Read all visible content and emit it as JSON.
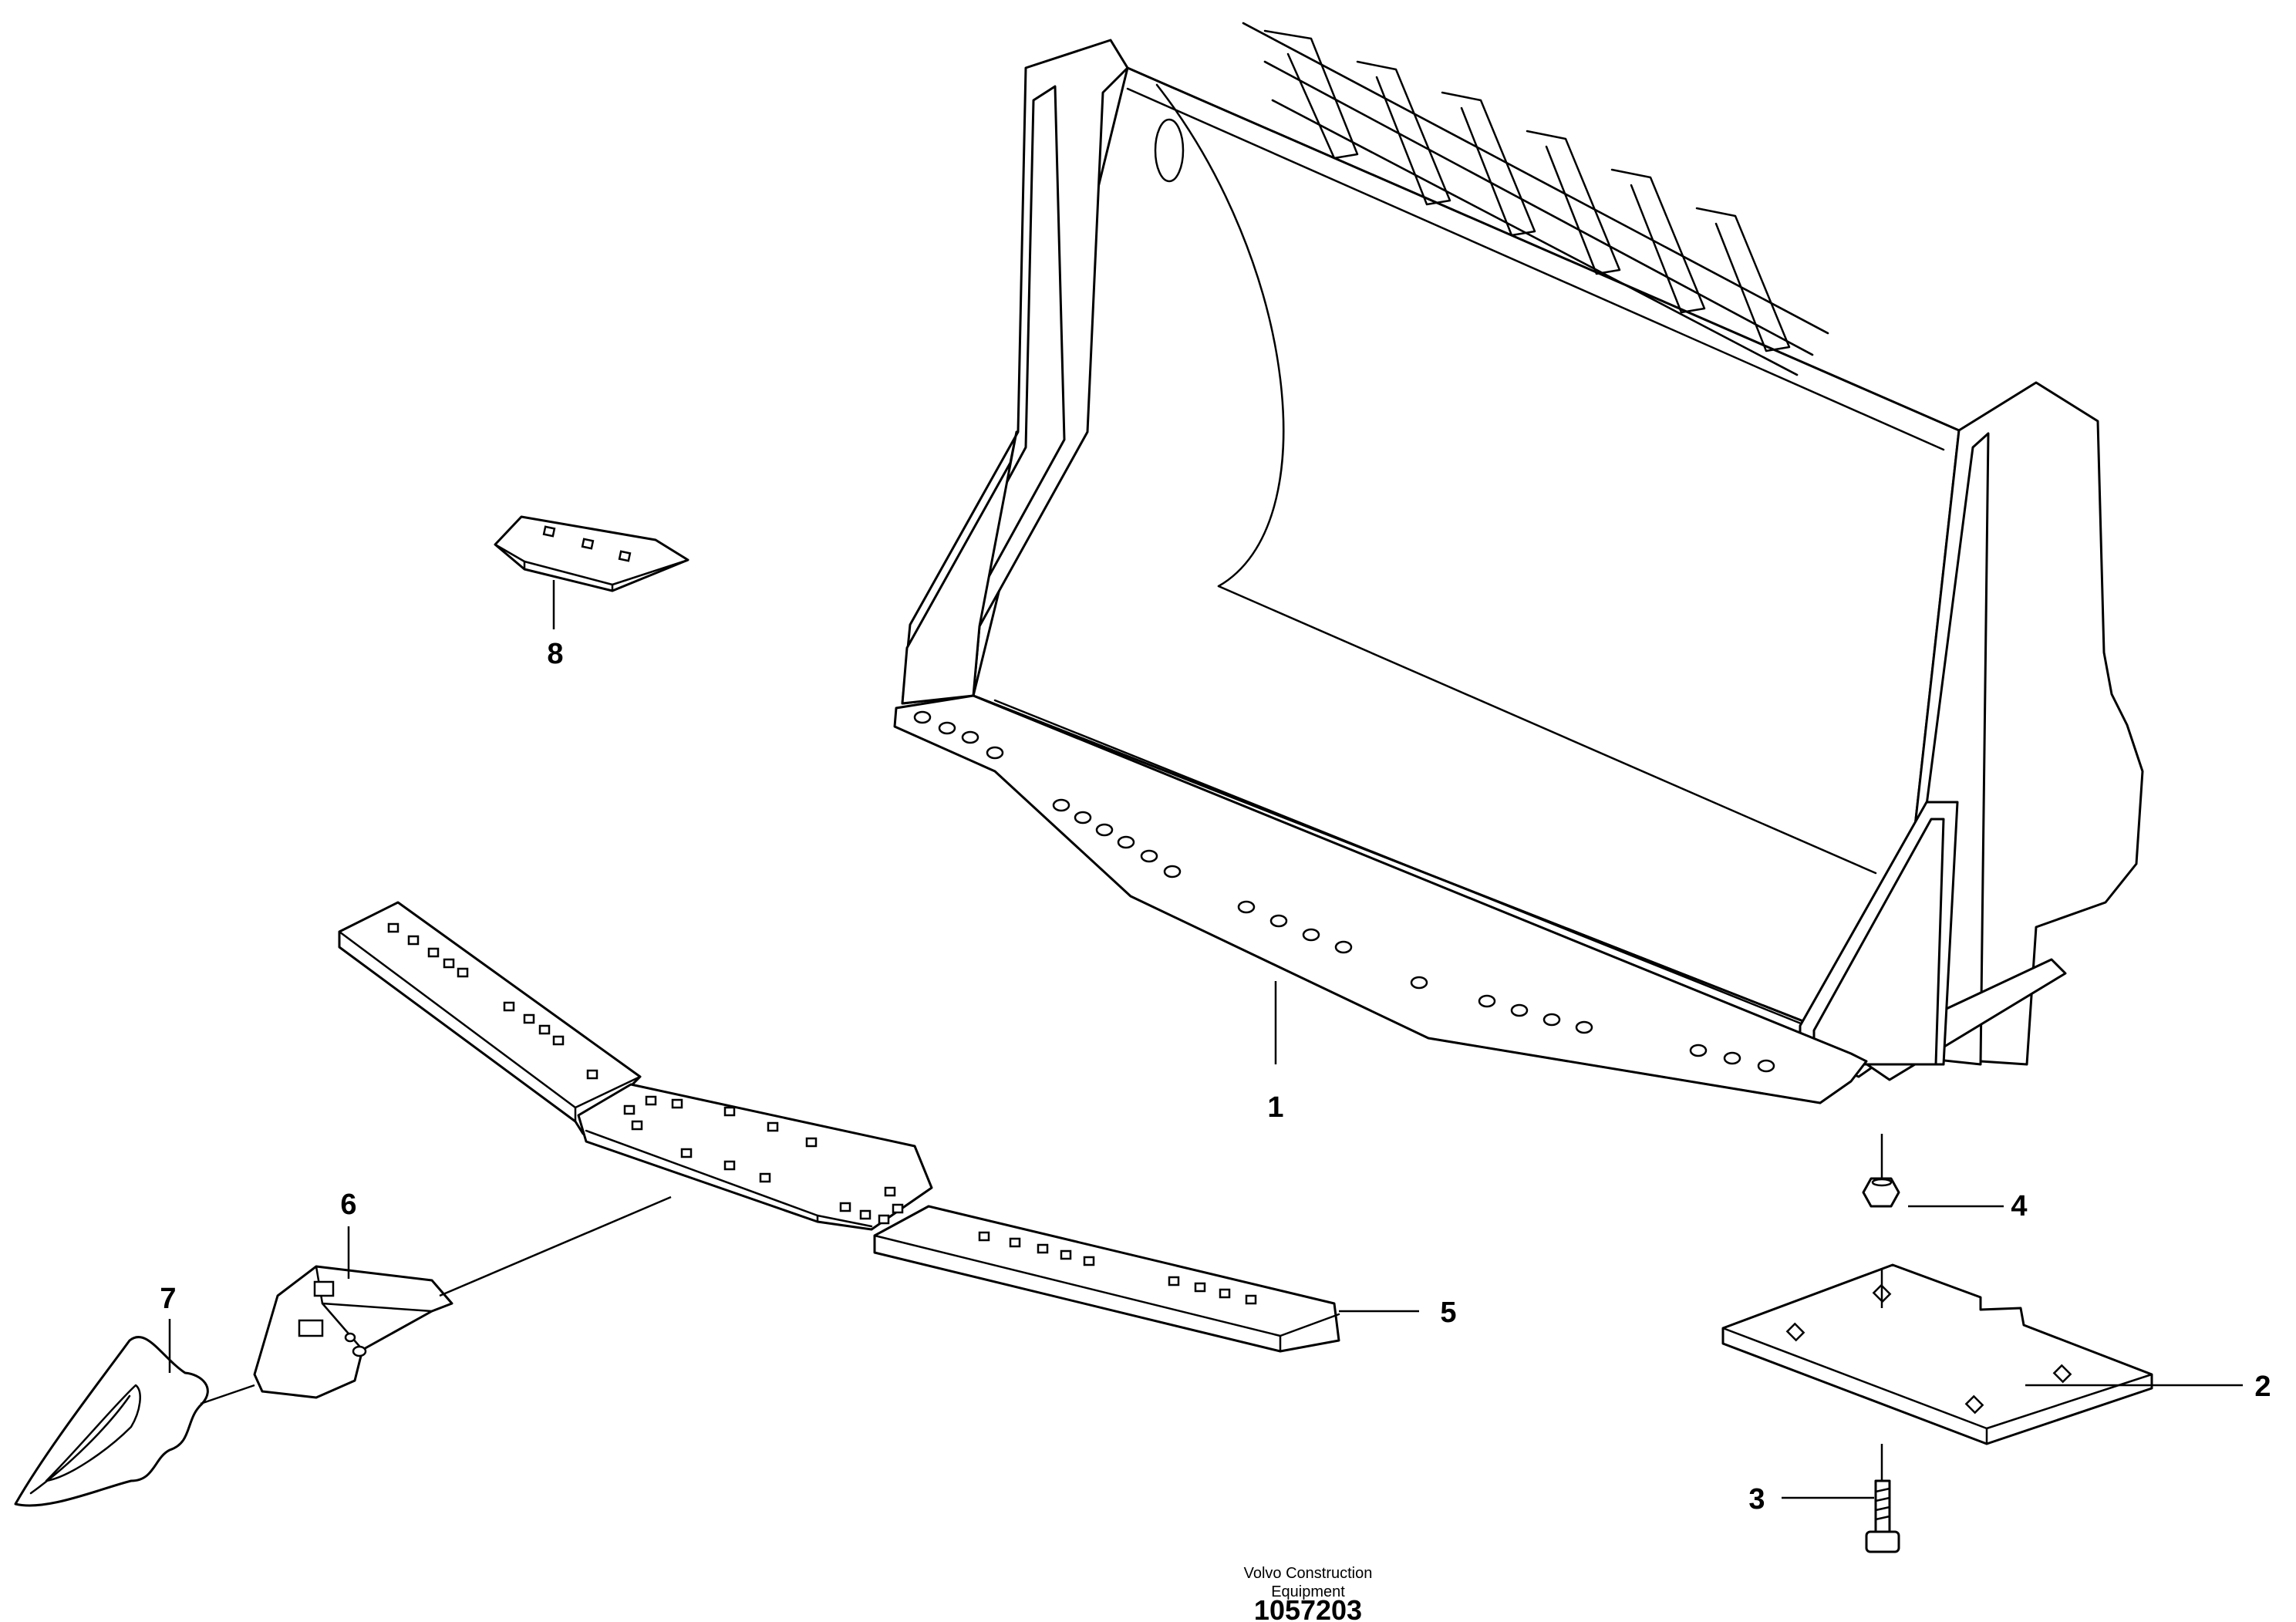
{
  "callouts": {
    "c1": "1",
    "c2": "2",
    "c3": "3",
    "c4": "4",
    "c5": "5",
    "c6": "6",
    "c7": "7",
    "c8": "8"
  },
  "footer": {
    "company_line1": "Volvo Construction",
    "company_line2": "Equipment",
    "document_number": "1057203"
  }
}
